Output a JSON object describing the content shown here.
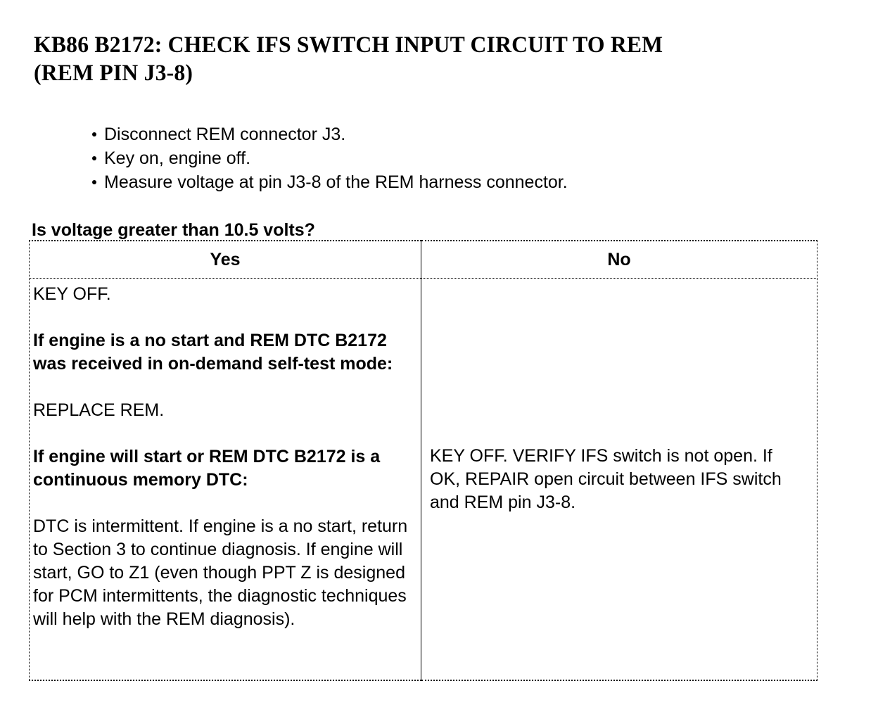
{
  "title": {
    "line1": "KB86 B2172: CHECK IFS SWITCH INPUT CIRCUIT TO REM",
    "line2": "(REM PIN J3-8)",
    "full": "KB86 B2172: CHECK IFS SWITCH INPUT CIRCUIT TO REM (REM PIN J3-8)"
  },
  "steps": [
    {
      "text": "Disconnect REM connector J3."
    },
    {
      "text": "Key on, engine off."
    },
    {
      "text": "Measure voltage at pin J3-8 of the REM harness connector."
    }
  ],
  "question": "Is voltage greater than 10.5 volts?",
  "table": {
    "headers": [
      {
        "label": "Yes"
      },
      {
        "label": "No"
      }
    ],
    "yes_cell": {
      "blocks": [
        {
          "style": "normal",
          "text": "KEY OFF."
        },
        {
          "style": "gap",
          "text": ""
        },
        {
          "style": "bold",
          "text": "If engine is a no start and REM DTC B2172 was received in on-demand self-test mode:"
        },
        {
          "style": "gap",
          "text": ""
        },
        {
          "style": "normal",
          "text": "REPLACE REM."
        },
        {
          "style": "gap",
          "text": ""
        },
        {
          "style": "bold",
          "text": "If engine will start or REM DTC B2172 is a continuous memory DTC:"
        },
        {
          "style": "gap",
          "text": ""
        },
        {
          "style": "normal",
          "text": "DTC is intermittent. If engine is a no start, return to Section 3 to continue diagnosis. If engine will start, GO to Z1 (even though PPT Z is designed for PCM intermittents, the diagnostic techniques will help with the REM diagnosis)."
        }
      ]
    },
    "no_cell": {
      "blocks": [
        {
          "style": "normal",
          "text": "KEY OFF. VERIFY IFS switch is not open. If OK, REPAIR open circuit between IFS switch and REM pin J3-8."
        }
      ]
    }
  },
  "colors": {
    "page_background": "#ffffff",
    "text": "#000000",
    "border": "#000000"
  }
}
